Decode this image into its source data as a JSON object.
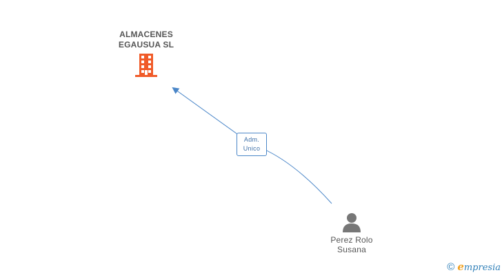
{
  "company": {
    "name_line1": "ALMACENES",
    "name_line2": "EGAUSUA SL",
    "icon": "building-icon",
    "color": "#f05a28"
  },
  "relation": {
    "label_line1": "Adm.",
    "label_line2": "Unico",
    "color": "#4a86c8"
  },
  "person": {
    "name_line1": "Perez Rolo",
    "name_line2": "Susana",
    "icon": "person-icon",
    "color": "#777777"
  },
  "brand": {
    "copyright": "©",
    "initial": "e",
    "name": "mpresia"
  }
}
